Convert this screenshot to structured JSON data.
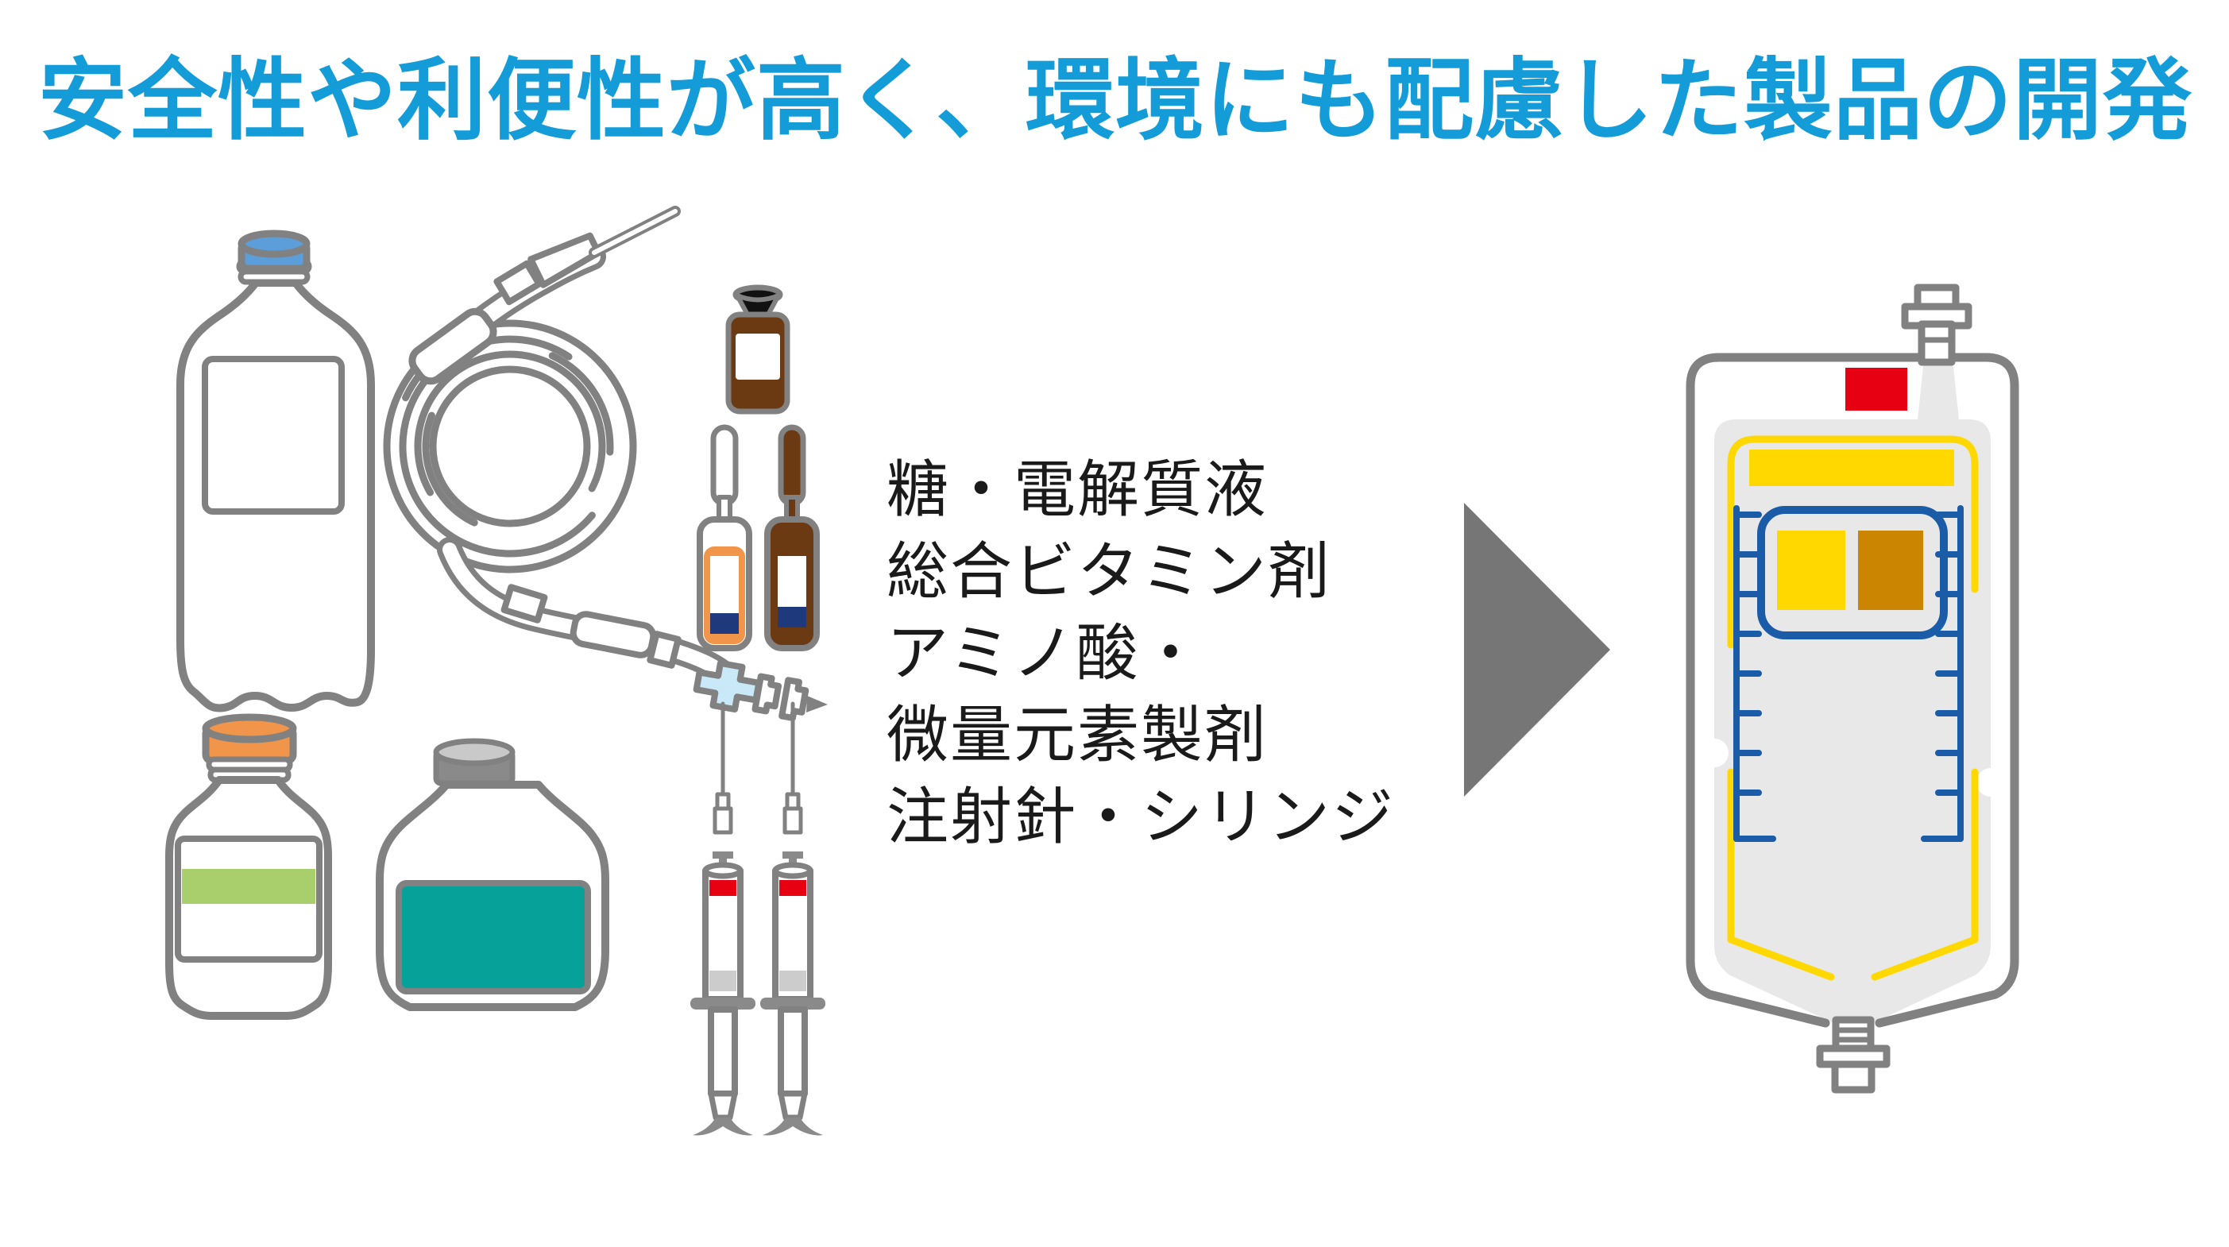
{
  "title": {
    "text": "安全性や利便性が高く、環境にも配慮した製品の開発"
  },
  "product_list": {
    "items": [
      "糖・電解質液",
      "総合ビタミン剤",
      "アミノ酸・",
      "微量元素製剤",
      "注射針・シリンジ"
    ]
  },
  "arrow": {
    "direction": "right"
  },
  "illustration": {
    "parts": [
      "pet-bottle-icon",
      "iv-tubing-coil-icon",
      "brown-vial-icon",
      "clear-ampoule-icon",
      "amber-ampoule-icon",
      "orange-cap-bottle-icon",
      "gray-cap-bottle-icon",
      "injection-needle-icon",
      "syringe-icon",
      "stopcock-connector-icon",
      "iv-bag-icon"
    ]
  },
  "colors": {
    "accent_blue": "#149CD9",
    "text_black": "#1A1A1A",
    "outline_gray": "#818181",
    "arrow_gray": "#767676",
    "cap_blue": "#5C9ED9",
    "cap_orange": "#F0954A",
    "cap_gray_light": "#C9C9C9",
    "cap_gray_dark": "#8A8A8A",
    "label_green": "#A9CF6C",
    "label_teal": "#06A29A",
    "vial_brown": "#6B3A12",
    "ampoule_orange": "#F0954A",
    "navy": "#1E3A7D",
    "connector_light_blue": "#C9E8F8",
    "syringe_red": "#E60012",
    "syringe_gray_band": "#CCCCCC",
    "bag_fill": "#E8E8E8",
    "bag_red": "#E60012",
    "bag_yellow": "#FFD800",
    "bag_amber": "#CC8500",
    "bag_blue": "#1B5CA8"
  }
}
